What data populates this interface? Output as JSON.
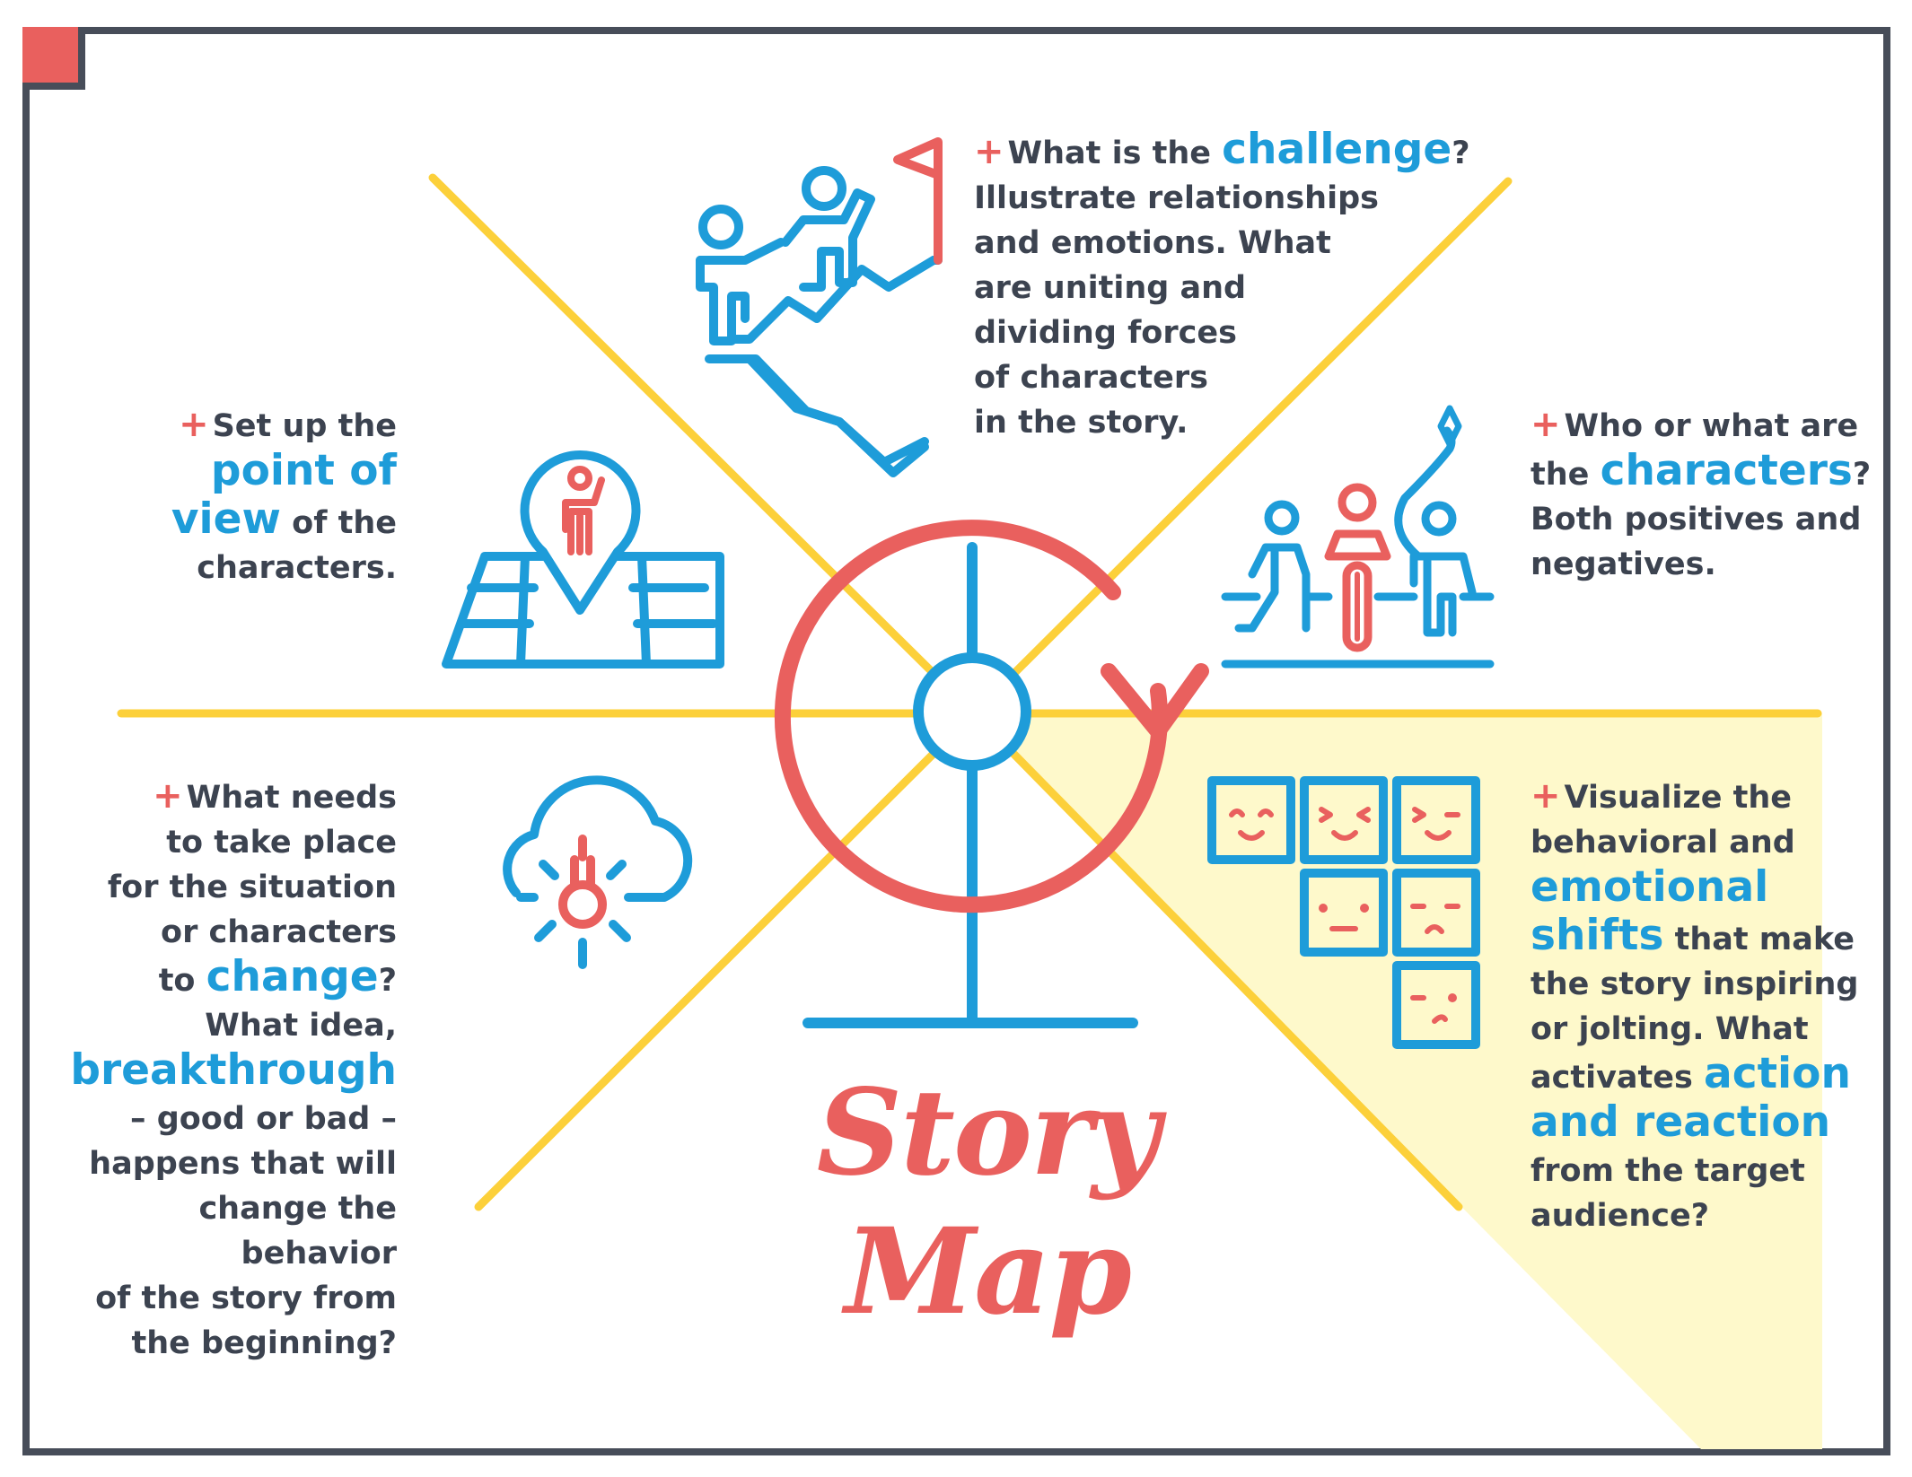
{
  "title": "Story Map",
  "colors": {
    "red": "#e9605e",
    "blue": "#1e9cd9",
    "yellow": "#fcd03a",
    "pale_yellow": "#fef9cb",
    "text": "#3c4350",
    "frame": "#474d59"
  },
  "sections": {
    "challenge": {
      "icon": "climbing-people-icon",
      "lines": [
        "What is the ",
        "challenge",
        "?",
        "Illustrate relationships",
        "and emotions. What",
        "are uniting and",
        "dividing forces",
        "of characters",
        "in the story."
      ]
    },
    "point_of_view": {
      "icon": "map-pin-person-icon",
      "lines": [
        "Set up the",
        "point of",
        "view",
        " of the",
        "characters."
      ]
    },
    "characters": {
      "icon": "characters-group-icon",
      "lines": [
        "Who or what are",
        "the ",
        "characters",
        "?",
        "Both positives and",
        "negatives."
      ]
    },
    "change": {
      "icon": "cloud-lightbulb-icon",
      "lines": [
        "What needs",
        "to take place",
        "for the situation",
        "or characters",
        "to ",
        "change",
        "?",
        "What idea,",
        "breakthrough",
        "– good or bad –",
        "happens that will",
        "change the behavior",
        "of the story from",
        "the beginning?"
      ]
    },
    "emotional_shifts": {
      "icon": "emotion-faces-grid-icon",
      "lines": [
        "Visualize the",
        "behavioral and",
        "emotional",
        "shifts",
        " that make",
        "the story inspiring",
        "or jolting. What",
        "activates ",
        "action",
        "and reaction",
        "from the target",
        "audience?"
      ]
    }
  }
}
